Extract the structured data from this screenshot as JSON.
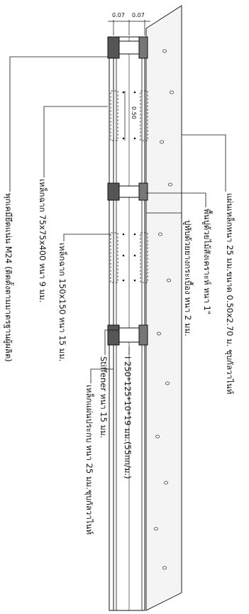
{
  "dimensions": {
    "top_left": "0.07",
    "top_right": "0.07",
    "middle": "0.50"
  },
  "labels": {
    "steel_plate": "แผ่นเหล็กหนา 25 มม.ขนาด 0.50x2.70 ม. ชุบกัลวาไนท์",
    "base_plate": "พื้นปูด้วยไม้สังเคราะห์ หนา 1\"",
    "rubber_layer": "ปูทับด้วยยางกระเบื้อง หนา 2 มม.",
    "i_beam": "I 250*125*10*19 มม.(55กก/ม.)",
    "stiffener": "Stiffener หนา 15 มม.",
    "plate_assembly": "เหล็กแผ่นประกบ หนา 25 มม.ชุบกัลวาไนท์",
    "angle_small": "เหล็กฉาก 75x75x400 หนา 9 มม.",
    "angle_large": "เหล็กฉาก 150x150 หนา 15 มม.",
    "anchor_bolt": "พุกเคมียึดแน่น M24 (ติดตั้งตามมาตรฐานผู้ผลิต)"
  }
}
